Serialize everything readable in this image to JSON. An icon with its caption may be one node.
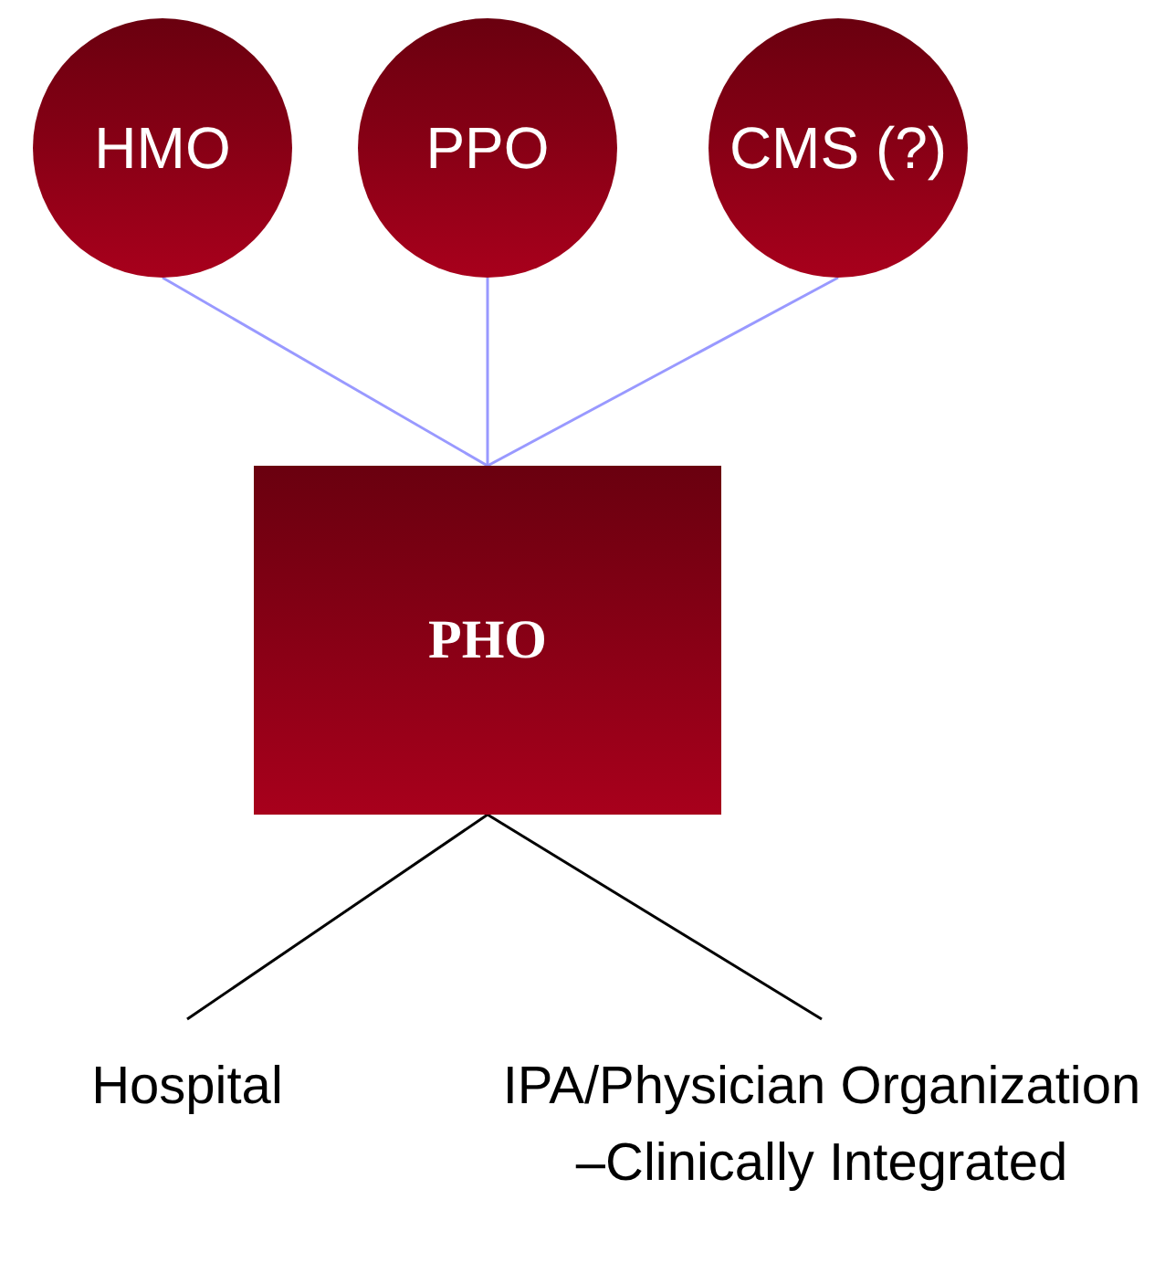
{
  "diagram": {
    "nodes": [
      {
        "text": [
          "HMO"
        ]
      },
      {
        "text": [
          "PPO"
        ]
      },
      {
        "text": [
          "CMS (?)"
        ]
      },
      {
        "text": [
          "PHO"
        ]
      },
      {
        "text": [
          "Hospital"
        ]
      },
      {
        "text": [
          "IPA/Physician Organization –Clinically Integrated"
        ]
      }
    ],
    "edges": [
      {
        "from": 0,
        "to": 3,
        "arrow": "none"
      },
      {
        "from": 1,
        "to": 3,
        "arrow": "none"
      },
      {
        "from": 2,
        "to": 3,
        "arrow": "none"
      },
      {
        "from": 3,
        "to": 4,
        "arrow": "none",
        "color": "#000000"
      },
      {
        "from": 3,
        "to": 5,
        "arrow": "none",
        "color": "#000000"
      }
    ]
  }
}
